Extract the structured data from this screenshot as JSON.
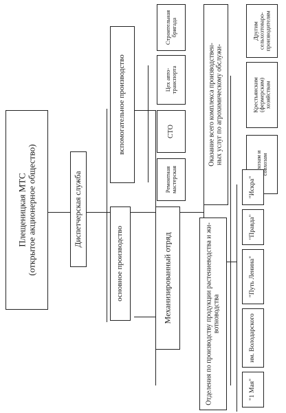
{
  "root": {
    "line1": "Плещеницкая МТС",
    "line2": "(открытое акционерное общество)"
  },
  "dispatch": "Диспетчерская служба",
  "aux": {
    "title": "вспомогательное производство",
    "items": [
      {
        "line1": "Ремонтная",
        "line2": "мастерская"
      },
      {
        "line1": "СТО",
        "line2": ""
      },
      {
        "line1": "Цех авто-",
        "line2": "транспорта"
      },
      {
        "line1": "Строительная",
        "line2": "бригада"
      }
    ]
  },
  "services": {
    "title1": "Оказание всего комплекса производствен-",
    "title2": "ных услуг по агрохимическому обслужи-",
    "items": [
      {
        "line1": "Колхозам и",
        "line2": "совхозам",
        "line3": ""
      },
      {
        "line1": "Крестьянским",
        "line2": "(фермерским)",
        "line3": "хозяйствам"
      },
      {
        "line1": "Другим",
        "line2": "сельхозтоваро-",
        "line3": "производителям"
      }
    ]
  },
  "main": {
    "title": "основное производство"
  },
  "mech": {
    "title": "Механизированный отряд"
  },
  "branches": {
    "title1": "Отделения по производству продукции растениеводства и жи-",
    "title2": "вотноводства",
    "items": [
      "\"1 Мая\"",
      "им. Володарского",
      "\"Путь Ленина\"",
      "\"Правда\"",
      "\"Искра\""
    ]
  }
}
